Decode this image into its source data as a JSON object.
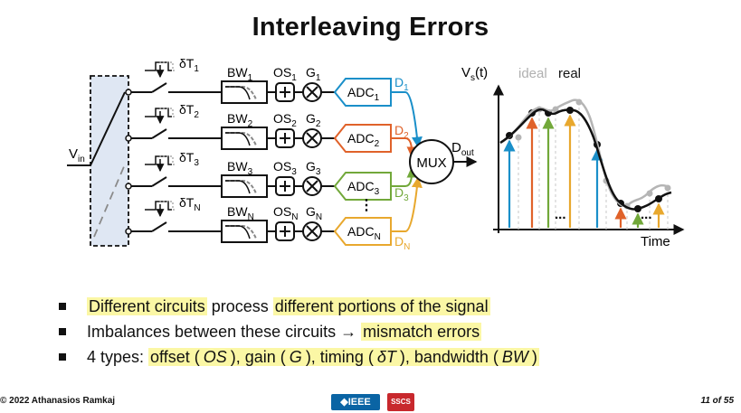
{
  "slide": {
    "title": "Interleaving Errors",
    "footer": {
      "copyright": "© 2022 Athanasios Ramkaj",
      "page": "11 of 55",
      "logo_ieee": "◆IEEE",
      "logo_sscs": "SSCS"
    }
  },
  "diagram": {
    "input_label": "V",
    "input_sub": "in",
    "channels": [
      {
        "skew": "δT",
        "skew_sub": "1",
        "bw": "BW",
        "bw_sub": "1",
        "os": "OS",
        "os_sub": "1",
        "g": "G",
        "g_sub": "1",
        "adc": "ADC",
        "adc_sub": "1",
        "d": "D",
        "d_sub": "1",
        "color": "#1a8fc9"
      },
      {
        "skew": "δT",
        "skew_sub": "2",
        "bw": "BW",
        "bw_sub": "2",
        "os": "OS",
        "os_sub": "2",
        "g": "G",
        "g_sub": "2",
        "adc": "ADC",
        "adc_sub": "2",
        "d": "D",
        "d_sub": "2",
        "color": "#e0622a"
      },
      {
        "skew": "δT",
        "skew_sub": "3",
        "bw": "BW",
        "bw_sub": "3",
        "os": "OS",
        "os_sub": "3",
        "g": "G",
        "g_sub": "3",
        "adc": "ADC",
        "adc_sub": "3",
        "d": "D",
        "d_sub": "3",
        "color": "#72a83a"
      },
      {
        "skew": "δT",
        "skew_sub": "N",
        "bw": "BW",
        "bw_sub": "N",
        "os": "OS",
        "os_sub": "N",
        "g": "G",
        "g_sub": "N",
        "adc": "ADC",
        "adc_sub": "N",
        "d": "D",
        "d_sub": "N",
        "color": "#e8a82e"
      }
    ],
    "mux": "MUX",
    "output_label": "D",
    "output_sub": "out",
    "vdots": "⋮"
  },
  "waveform": {
    "ylabel": "V",
    "ylabel_sub": "s",
    "ylabel_suffix": "(t)",
    "xlabel": "Time",
    "legend_ideal": "ideal",
    "legend_real": "real",
    "dots": "..."
  },
  "bullets": [
    {
      "parts": [
        {
          "t": "Different circuits",
          "hl": true
        },
        {
          "t": " process "
        },
        {
          "t": "different portions of the signal",
          "hl": true
        }
      ]
    },
    {
      "parts": [
        {
          "t": "Imbalances between these circuits → "
        },
        {
          "t": "mismatch errors ",
          "hl": true
        }
      ]
    },
    {
      "parts": [
        {
          "t": "4 types: "
        },
        {
          "t": "offset (",
          "hl": true
        },
        {
          "t": "OS",
          "hl": true,
          "i": true
        },
        {
          "t": "), gain (",
          "hl": true
        },
        {
          "t": "G",
          "hl": true,
          "i": true
        },
        {
          "t": "), timing (",
          "hl": true
        },
        {
          "t": "δT",
          "hl": true,
          "i": true
        },
        {
          "t": "), bandwidth (",
          "hl": true
        },
        {
          "t": "BW",
          "hl": true,
          "i": true
        },
        {
          "t": ")",
          "hl": true
        }
      ]
    }
  ]
}
